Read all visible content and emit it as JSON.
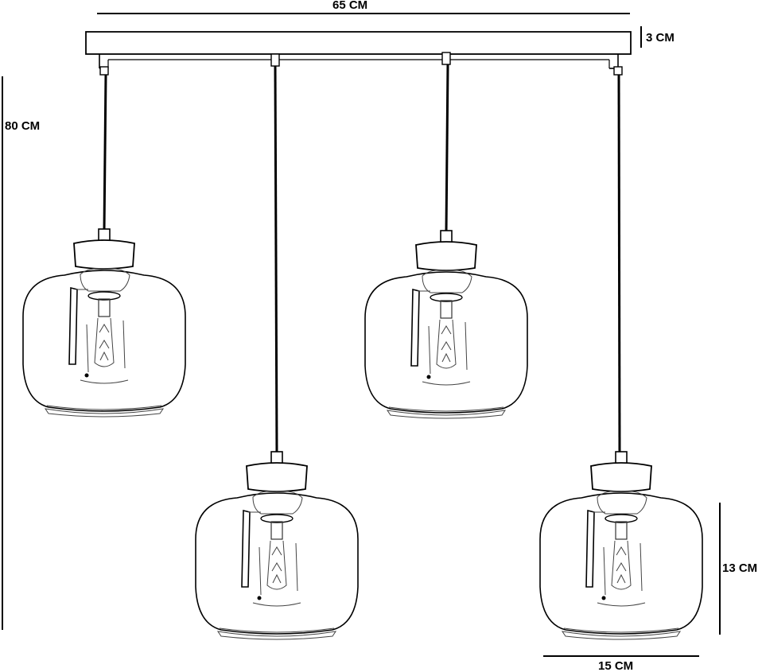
{
  "dimensions": {
    "width_label": "65 CM",
    "canopy_height_label": "3 CM",
    "total_height_label": "80 CM",
    "shade_height_label": "13 CM",
    "shade_width_label": "15 CM"
  },
  "colors": {
    "ink": "#000000",
    "background": "#ffffff"
  }
}
